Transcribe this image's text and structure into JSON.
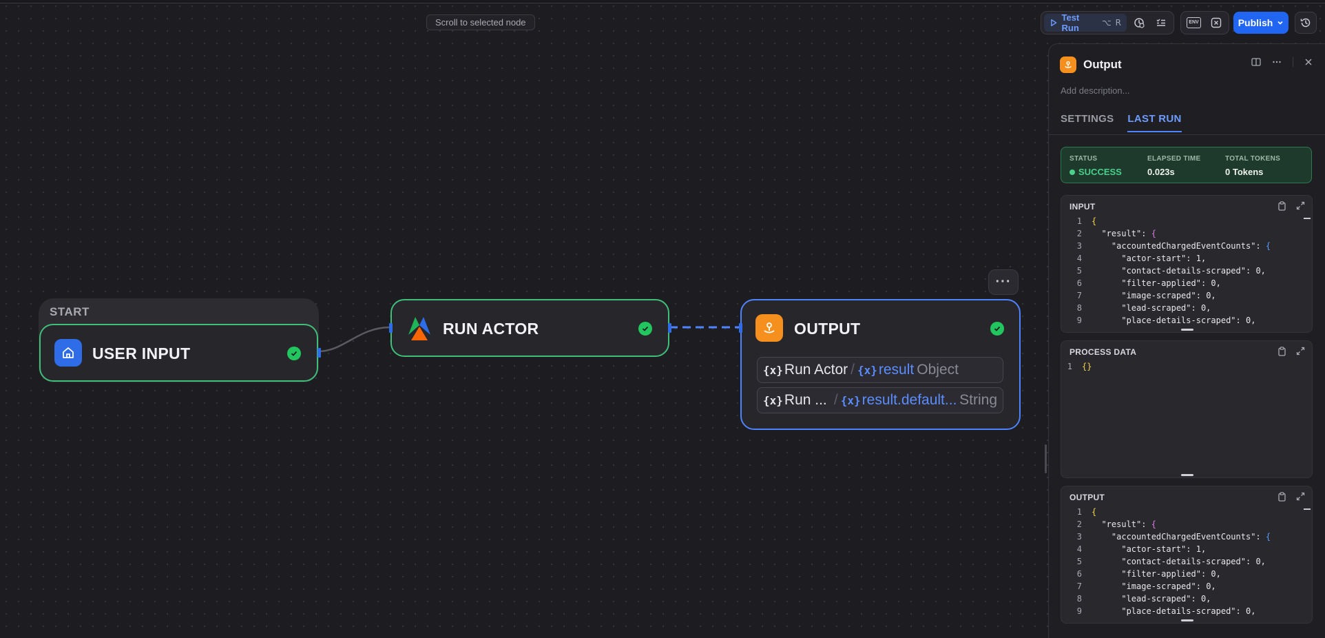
{
  "canvas": {
    "scroll_hint": "Scroll to selected node"
  },
  "toolbar": {
    "test_run_label": "Test Run",
    "test_run_shortcut_mod": "⌥",
    "test_run_shortcut_key": "R",
    "env_badge": "ENV",
    "publish_label": "Publish"
  },
  "nodes": {
    "start": {
      "group_label": "START",
      "title": "USER INPUT"
    },
    "run_actor": {
      "title": "RUN ACTOR"
    },
    "output": {
      "title": "OUTPUT",
      "more": "···",
      "variables": [
        {
          "x": "{x}",
          "node": "Run Actor",
          "sep": "/",
          "x2": "{x}",
          "name": "result",
          "type": "Object"
        },
        {
          "x": "{x}",
          "node": "Run ...",
          "sep": "/",
          "x2": "{x}",
          "name": "result.default...",
          "type": "String"
        }
      ]
    }
  },
  "panel": {
    "title": "Output",
    "description_placeholder": "Add description...",
    "tabs": [
      {
        "label": "SETTINGS",
        "active": false
      },
      {
        "label": "LAST RUN",
        "active": true
      }
    ],
    "status": {
      "status_label": "STATUS",
      "status_value": "SUCCESS",
      "elapsed_label": "ELAPSED TIME",
      "elapsed_value": "0.023s",
      "tokens_label": "TOTAL TOKENS",
      "tokens_value": "0 Tokens"
    },
    "input": {
      "title": "INPUT",
      "lines": [
        {
          "n": "1",
          "indent": "",
          "key": "",
          "val": "{",
          "cls": "b1"
        },
        {
          "n": "2",
          "indent": "  ",
          "key": "\"result\": ",
          "val": "{",
          "cls": "b2"
        },
        {
          "n": "3",
          "indent": "    ",
          "key": "\"accountedChargedEventCounts\": ",
          "val": "{",
          "cls": "b3"
        },
        {
          "n": "4",
          "indent": "      ",
          "key": "\"actor-start\": ",
          "val": "1,",
          "cls": "n"
        },
        {
          "n": "5",
          "indent": "      ",
          "key": "\"contact-details-scraped\": ",
          "val": "0,",
          "cls": "n"
        },
        {
          "n": "6",
          "indent": "      ",
          "key": "\"filter-applied\": ",
          "val": "0,",
          "cls": "n"
        },
        {
          "n": "7",
          "indent": "      ",
          "key": "\"image-scraped\": ",
          "val": "0,",
          "cls": "n"
        },
        {
          "n": "8",
          "indent": "      ",
          "key": "\"lead-scraped\": ",
          "val": "0,",
          "cls": "n"
        },
        {
          "n": "9",
          "indent": "      ",
          "key": "\"place-details-scraped\": ",
          "val": "0,",
          "cls": "n"
        }
      ]
    },
    "process_data": {
      "title": "PROCESS DATA",
      "lines": [
        {
          "n": "1",
          "indent": "",
          "key": "",
          "val": "{}",
          "cls": "b1"
        }
      ]
    },
    "output": {
      "title": "OUTPUT",
      "lines": [
        {
          "n": "1",
          "indent": "",
          "key": "",
          "val": "{",
          "cls": "b1"
        },
        {
          "n": "2",
          "indent": "  ",
          "key": "\"result\": ",
          "val": "{",
          "cls": "b2"
        },
        {
          "n": "3",
          "indent": "    ",
          "key": "\"accountedChargedEventCounts\": ",
          "val": "{",
          "cls": "b3"
        },
        {
          "n": "4",
          "indent": "      ",
          "key": "\"actor-start\": ",
          "val": "1,",
          "cls": "n"
        },
        {
          "n": "5",
          "indent": "      ",
          "key": "\"contact-details-scraped\": ",
          "val": "0,",
          "cls": "n"
        },
        {
          "n": "6",
          "indent": "      ",
          "key": "\"filter-applied\": ",
          "val": "0,",
          "cls": "n"
        },
        {
          "n": "7",
          "indent": "      ",
          "key": "\"image-scraped\": ",
          "val": "0,",
          "cls": "n"
        },
        {
          "n": "8",
          "indent": "      ",
          "key": "\"lead-scraped\": ",
          "val": "0,",
          "cls": "n"
        },
        {
          "n": "9",
          "indent": "      ",
          "key": "\"place-details-scraped\": ",
          "val": "0,",
          "cls": "n"
        }
      ]
    }
  },
  "colors": {
    "accent": "#2165f3",
    "success": "#22c55e",
    "node_border_success": "#3fbf7a",
    "node_border_selected": "#4f84ff",
    "output_icon": "#f5901e"
  }
}
